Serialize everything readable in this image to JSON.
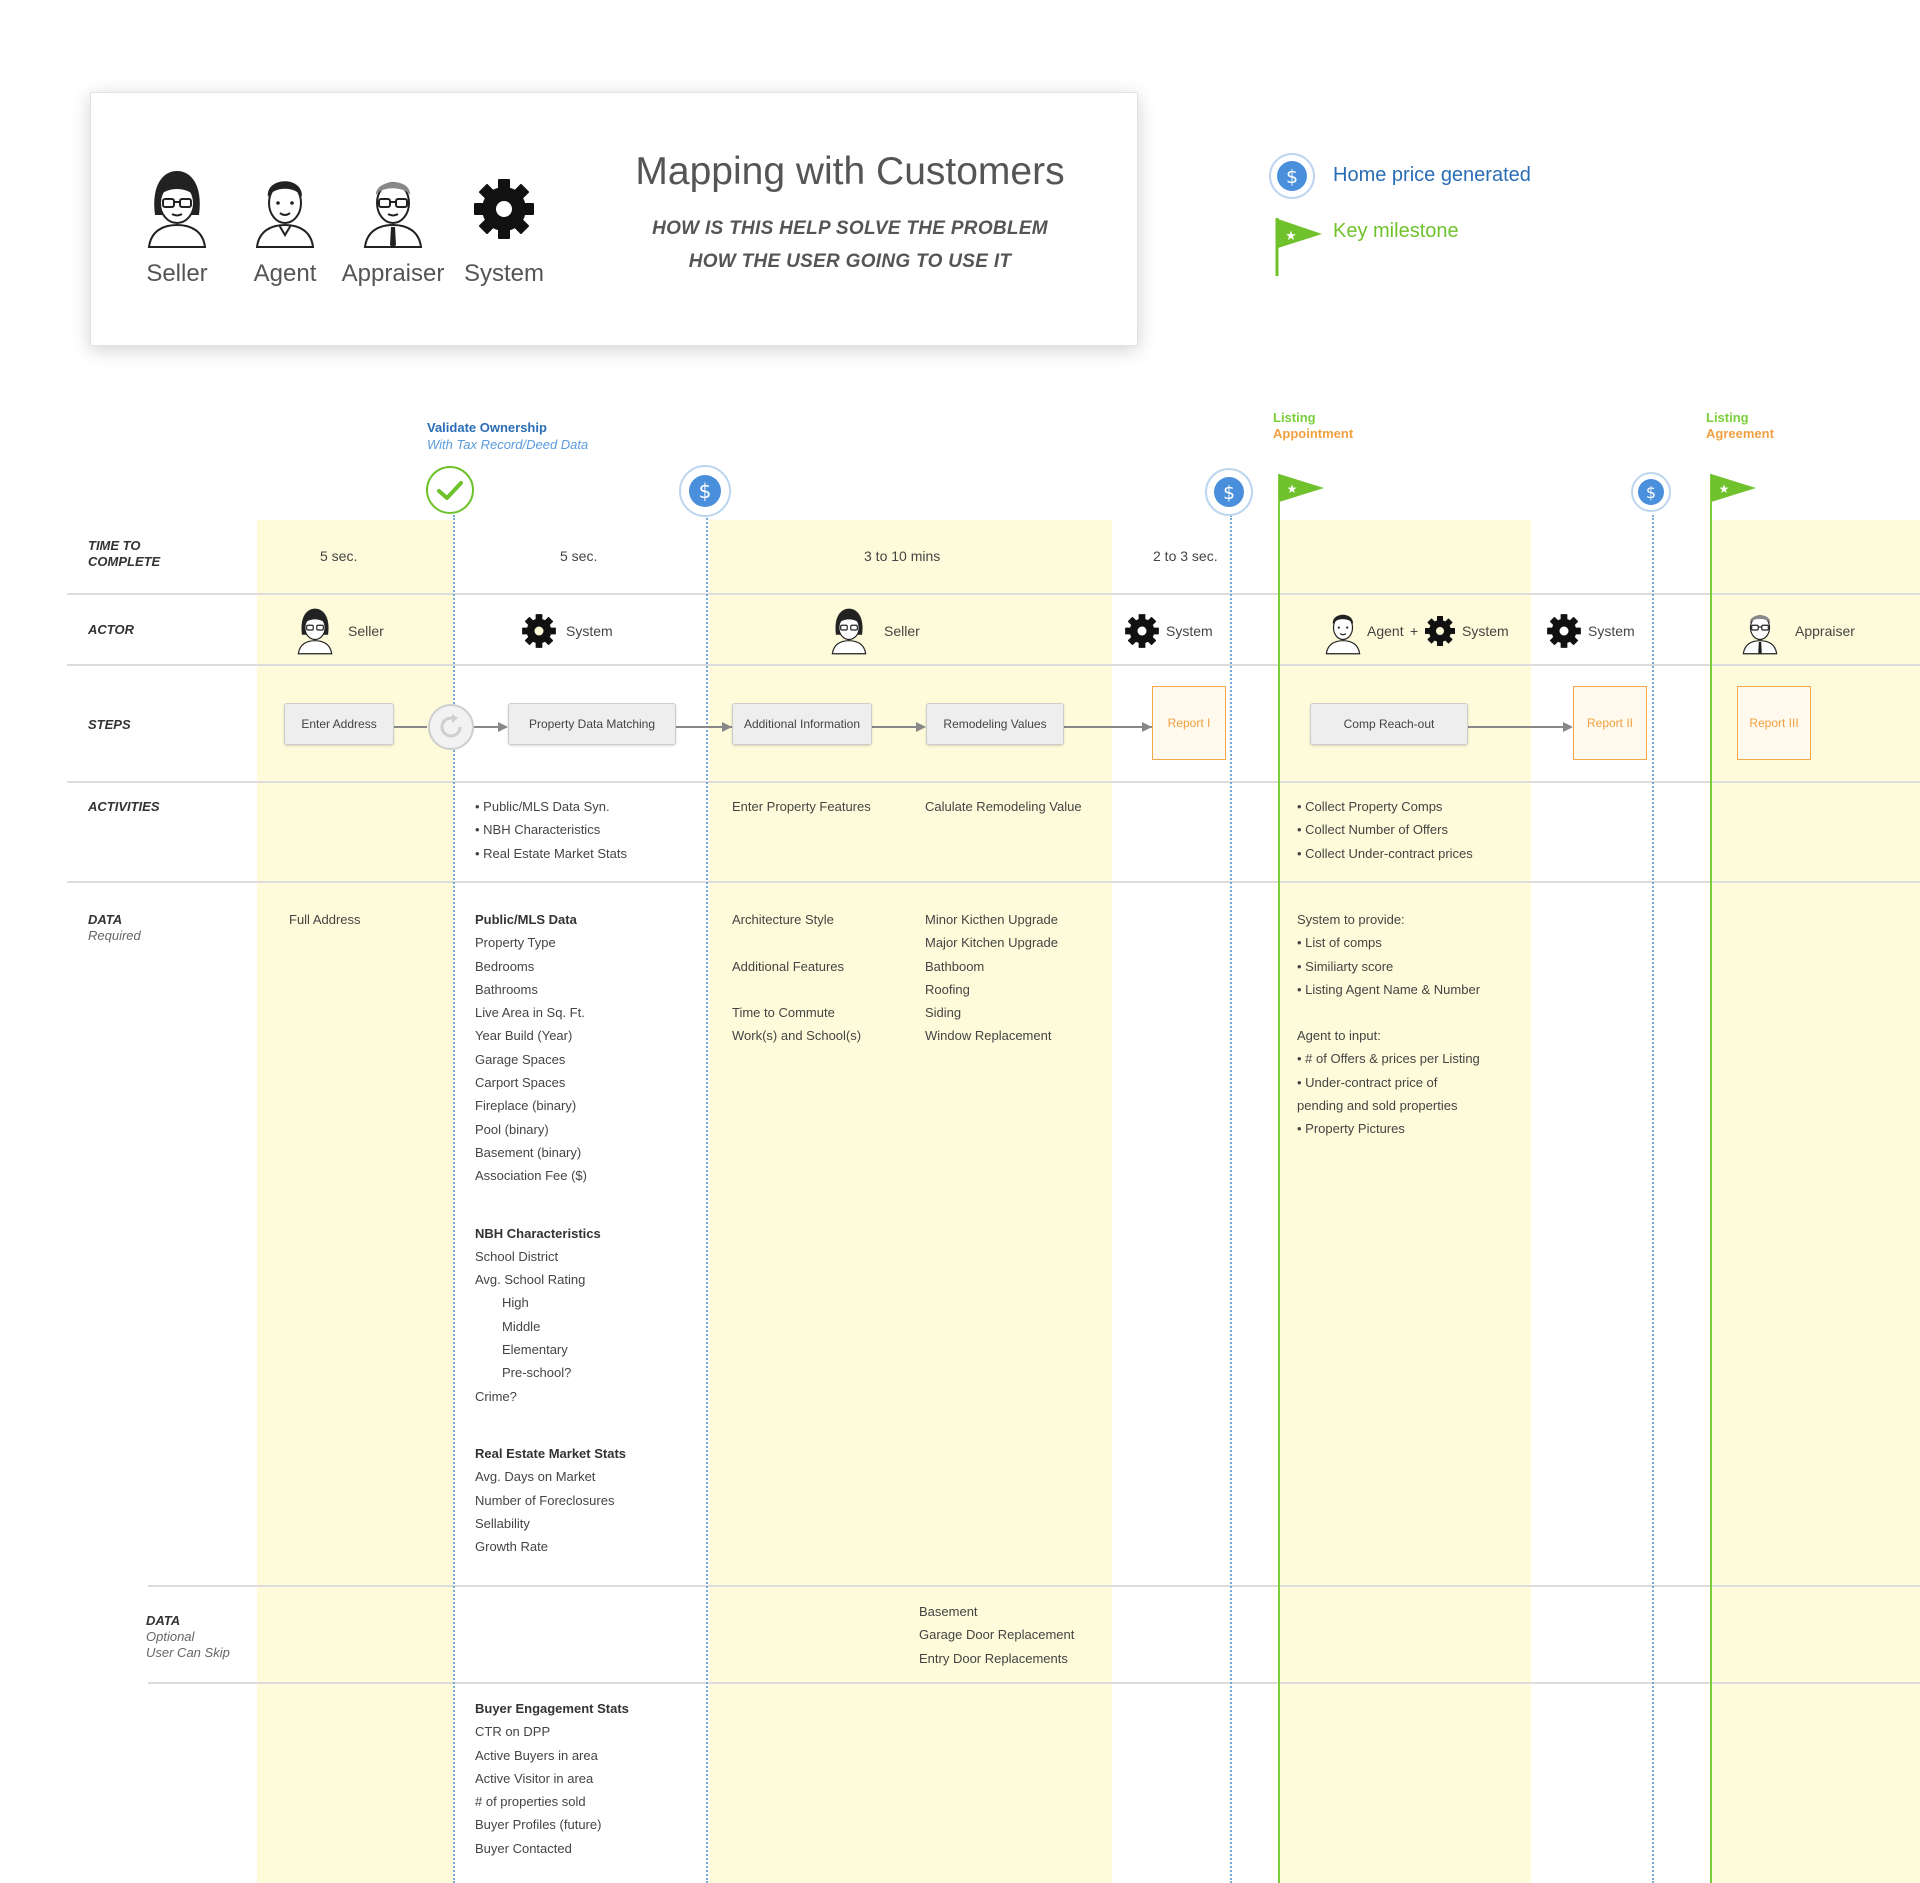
{
  "header": {
    "title": "Mapping with Customers",
    "subtitle_1": "HOW IS THIS HELP SOLVE THE PROBLEM",
    "subtitle_2": "HOW THE USER GOING TO USE IT",
    "personas": [
      {
        "label": "Seller",
        "icon": "seller-avatar-icon"
      },
      {
        "label": "Agent",
        "icon": "agent-avatar-icon"
      },
      {
        "label": "Appraiser",
        "icon": "appraiser-avatar-icon"
      },
      {
        "label": "System",
        "icon": "gear-icon"
      }
    ]
  },
  "legend": {
    "price": "Home price generated",
    "milestone": "Key milestone",
    "price_color": "#2a6db5",
    "milestone_color": "#6fc22c"
  },
  "markers": {
    "validate_title": "Validate Ownership",
    "validate_sub": "With Tax Record/Deed Data",
    "listing_appt_1": "Listing",
    "listing_appt_2": "Appointment",
    "listing_agree_1": "Listing",
    "listing_agree_2": "Agreement"
  },
  "rows": {
    "time_1": "TIME TO",
    "time_2": "COMPLETE",
    "actor": "ACTOR",
    "steps": "STEPS",
    "activities": "ACTIVITIES",
    "data_req_1": "DATA",
    "data_req_2": "Required",
    "data_opt_1": "DATA",
    "data_opt_2": "Optional",
    "data_opt_3": "User Can Skip"
  },
  "times": [
    "5 sec.",
    "5 sec.",
    "3 to 10 mins",
    "2 to 3 sec."
  ],
  "actors": {
    "seller_1": "Seller",
    "system_1": "System",
    "seller_2": "Seller",
    "system_2": "System",
    "agent": "Agent",
    "plus": "+",
    "system_3": "System",
    "system_4": "System",
    "appraiser": "Appraiser"
  },
  "steps": {
    "enter_address": "Enter Address",
    "property_data_matching": "Property Data Matching",
    "additional_information": "Additional Information",
    "remodeling_values": "Remodeling Values",
    "report_1": "Report I",
    "comp_reach_out": "Comp Reach-out",
    "report_2": "Report II",
    "report_3": "Report III"
  },
  "activities": {
    "system": [
      "• Public/MLS Data Syn.",
      "• NBH Characteristics",
      "• Real Estate Market Stats"
    ],
    "enter_features": "Enter Property Features",
    "calc_remodel": "Calulate Remodeling Value",
    "agent": [
      "• Collect Property Comps",
      "• Collect Number of Offers",
      "• Collect Under-contract prices"
    ]
  },
  "data_required": {
    "full_address": "Full Address",
    "public_mls_title": "Public/MLS Data",
    "public_mls": [
      "Property Type",
      "Bedrooms",
      "Bathrooms",
      "Live Area in Sq. Ft.",
      "Year Build (Year)",
      "Garage Spaces",
      "Carport Spaces",
      "Fireplace (binary)",
      "Pool (binary)",
      "Basement (binary)",
      "Association Fee ($)"
    ],
    "nbh_title": "NBH Characteristics",
    "nbh_1": [
      "School District",
      "Avg. School Rating"
    ],
    "nbh_ratings": [
      "High",
      "Middle",
      "Elementary",
      "Pre-school?"
    ],
    "nbh_crime": "Crime?",
    "market_title": "Real Estate Market Stats",
    "market": [
      "Avg. Days on Market",
      "Number of Foreclosures",
      "Sellability",
      "Growth Rate"
    ],
    "architecture_style": "Architecture Style",
    "additional_features": "Additional Features",
    "time_to_commute": "Time to Commute",
    "work_school": "Work(s) and School(s)",
    "remodel": [
      "Minor Kicthen Upgrade",
      "Major Kitchen Upgrade",
      "Bathboom",
      "Roofing",
      "Siding",
      "Window Replacement"
    ],
    "system_provide_title": "System to provide:",
    "system_provide": [
      "• List of comps",
      "• Similiarty score",
      "• Listing Agent Name & Number"
    ],
    "agent_input_title": "Agent to input:",
    "agent_input": [
      "• # of Offers & prices per Listing",
      "• Under-contract price of",
      "pending and sold properties",
      "• Property Pictures"
    ]
  },
  "data_optional": [
    "Basement",
    "Garage Door Replacement",
    "Entry Door Replacements"
  ],
  "buyer": {
    "title": "Buyer Engagement Stats",
    "items": [
      "CTR on DPP",
      "Active Buyers in area",
      "Active Visitor in area",
      "# of properties sold",
      "Buyer Profiles (future)",
      "Buyer Contacted"
    ]
  }
}
